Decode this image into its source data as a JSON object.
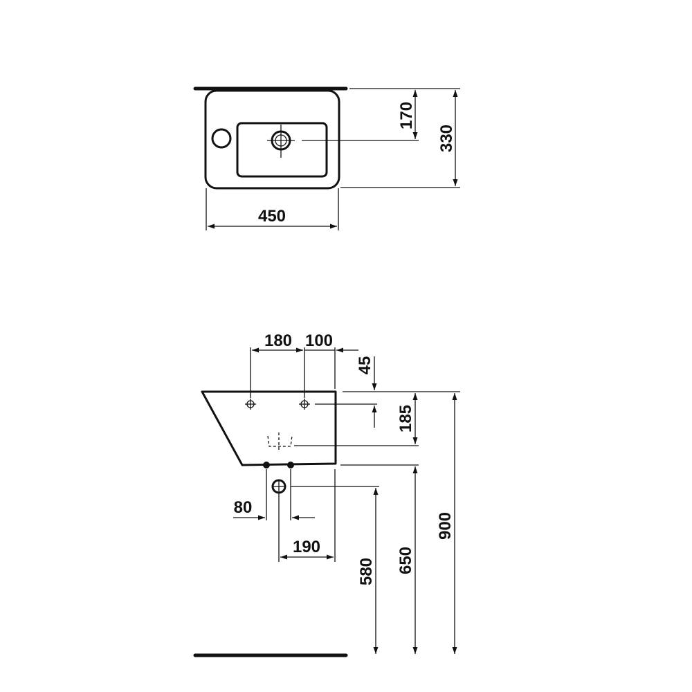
{
  "top_view": {
    "width_label": "450",
    "depth_label": "330",
    "drain_offset_label": "170"
  },
  "side_view": {
    "fixing_spacing_label": "180",
    "fixing_to_wall_label": "100",
    "fixing_height_label": "45",
    "trap_height_label": "185",
    "rim_height_label": "900",
    "underside_height_label": "650",
    "waste_height_label": "580",
    "waste_spacing_label": "80",
    "waste_to_wall_label": "190"
  }
}
